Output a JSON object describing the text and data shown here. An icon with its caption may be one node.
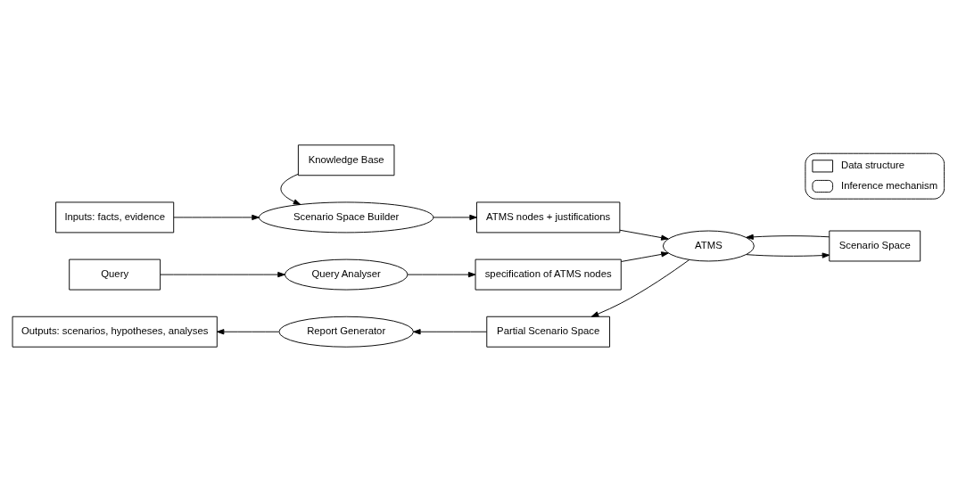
{
  "diagram": {
    "nodes": [
      {
        "text": [
          "Knowledge Base"
        ]
      },
      {
        "text": [
          "Scenario Space Builder"
        ]
      },
      {
        "text": [
          "Inputs: facts, evidence"
        ]
      },
      {
        "text": [
          "ATMS nodes + justifications"
        ]
      },
      {
        "text": [
          "Query"
        ]
      },
      {
        "text": [
          "Query Analyser"
        ]
      },
      {
        "text": [
          "specification of ATMS nodes"
        ]
      },
      {
        "text": [
          "ATMS"
        ]
      },
      {
        "text": [
          "Scenario Space"
        ]
      },
      {
        "text": [
          "Outputs: scenarios, hypotheses, analyses"
        ]
      },
      {
        "text": [
          "Report Generator"
        ]
      },
      {
        "text": [
          "Partial Scenario Space"
        ]
      }
    ],
    "edges": [
      {
        "from": 0,
        "to": 1,
        "arrow": "to"
      },
      {
        "from": 2,
        "to": 1,
        "arrow": "to"
      },
      {
        "from": 1,
        "to": 3,
        "arrow": "to"
      },
      {
        "from": 3,
        "to": 7,
        "arrow": "to"
      },
      {
        "from": 4,
        "to": 5,
        "arrow": "to"
      },
      {
        "from": 5,
        "to": 6,
        "arrow": "to"
      },
      {
        "from": 6,
        "to": 7,
        "arrow": "to"
      },
      {
        "from": 7,
        "to": 8,
        "arrow": "to"
      },
      {
        "from": 8,
        "to": 7,
        "arrow": "to"
      },
      {
        "from": 7,
        "to": 11,
        "arrow": "to"
      },
      {
        "from": 11,
        "to": 10,
        "arrow": "to"
      },
      {
        "from": 10,
        "to": 9,
        "arrow": "to"
      }
    ],
    "legend": [
      {
        "text": "Data structure"
      },
      {
        "text": "Inference mechanism"
      }
    ]
  }
}
